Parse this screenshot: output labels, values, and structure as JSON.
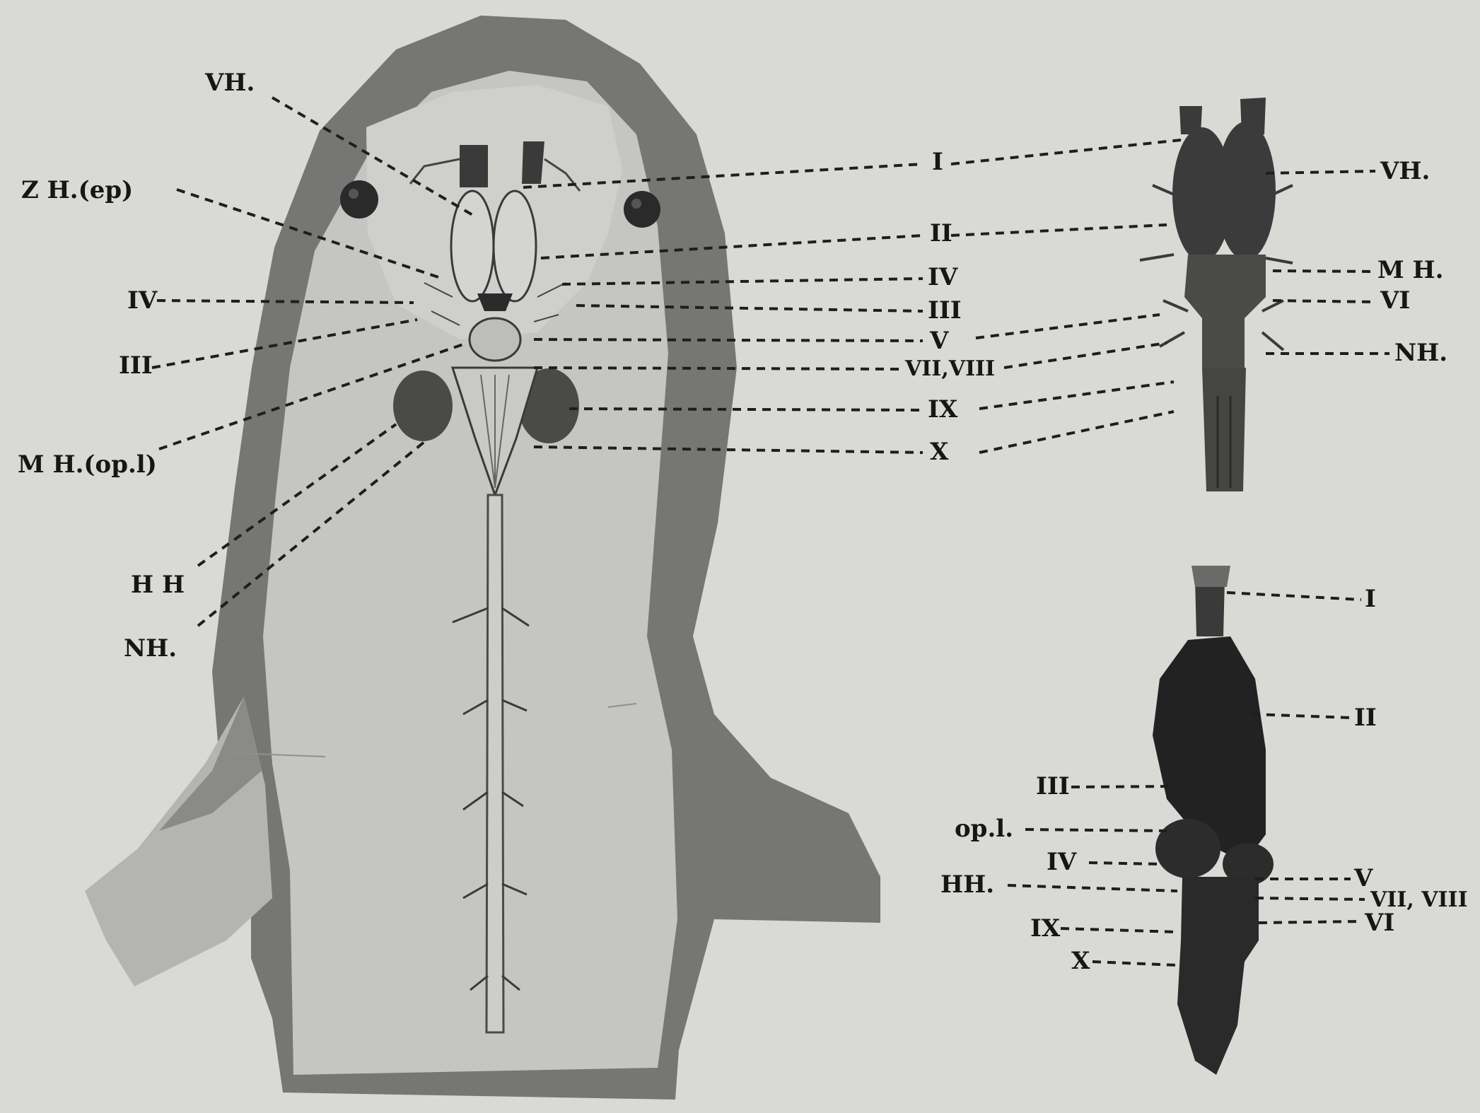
{
  "colors": {
    "paper": "#d9d9d6",
    "skin_light": "#c6c6c3",
    "skin_dark": "#6f6f6d",
    "brain_dark": "#2e2e2e",
    "ink": "#161616"
  },
  "main_view": {
    "labels": {
      "vh": "VH.",
      "zh": "Z H.(ep)",
      "iv": "IV",
      "iii": "III",
      "mh": "M H.(op.l)",
      "hh": "H H",
      "nh": "NH."
    }
  },
  "center_labels": {
    "i": "I",
    "ii": "II",
    "iv": "IV",
    "iii": "III",
    "v": "V",
    "vii_viii": "VII,VIII",
    "ix": "IX",
    "x": "X"
  },
  "dorsal_view": {
    "labels": {
      "vh": "VH.",
      "mh": "M H.",
      "vi": "VI",
      "nh": "NH."
    }
  },
  "lateral_view": {
    "labels": {
      "i": "I",
      "ii": "II",
      "iii": "III",
      "opl": "op.l.",
      "iv": "IV",
      "hh": "HH.",
      "ix": "IX",
      "x": "X",
      "v": "V",
      "vii_viii": "VII, VIII",
      "vi": "VI"
    }
  }
}
